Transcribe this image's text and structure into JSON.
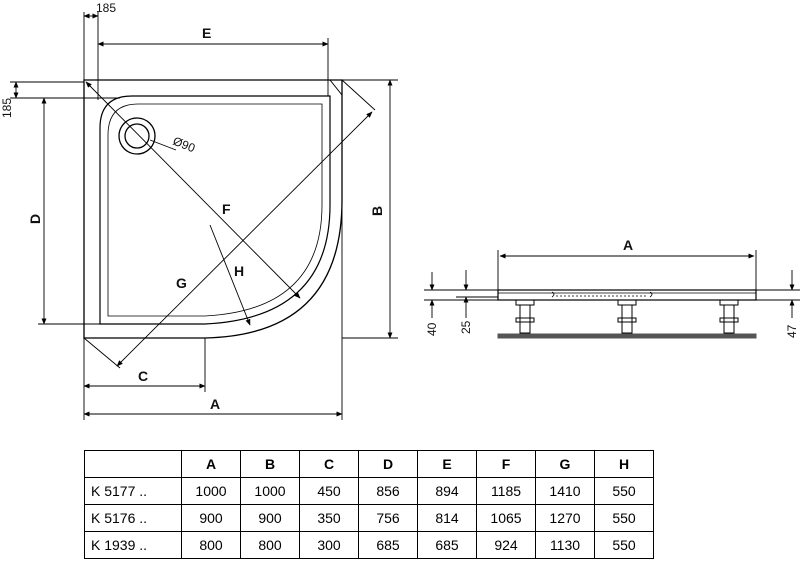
{
  "plan": {
    "labels": {
      "A": "A",
      "B": "B",
      "C": "C",
      "D": "D",
      "E": "E",
      "F": "F",
      "G": "G",
      "H": "H"
    },
    "dim_185_top": "185",
    "dim_185_left": "185",
    "drain": "Ø90"
  },
  "side": {
    "label_A": "A",
    "dim_40": "40",
    "dim_25": "25",
    "dim_47": "47"
  },
  "table": {
    "headers": [
      "",
      "A",
      "B",
      "C",
      "D",
      "E",
      "F",
      "G",
      "H"
    ],
    "rows": [
      [
        "K 5177 ..",
        "1000",
        "1000",
        "450",
        "856",
        "894",
        "1185",
        "1410",
        "550"
      ],
      [
        "K 5176 ..",
        "900",
        "900",
        "350",
        "756",
        "814",
        "1065",
        "1270",
        "550"
      ],
      [
        "K 1939 ..",
        "800",
        "800",
        "300",
        "685",
        "685",
        "924",
        "1130",
        "550"
      ]
    ]
  }
}
